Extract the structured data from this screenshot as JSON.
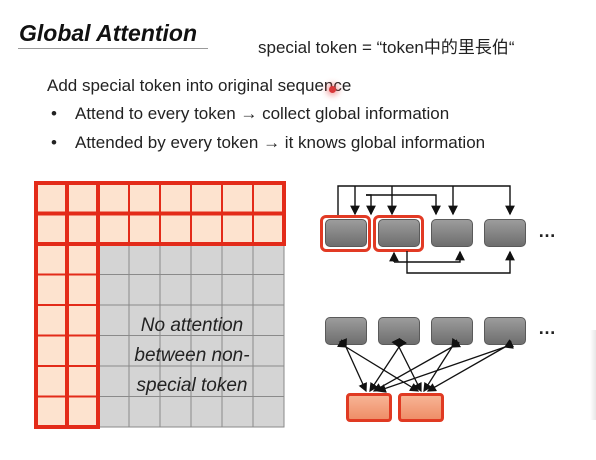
{
  "slide": {
    "title": "Global Attention",
    "note": "special token = “token中的里長伯“",
    "intro": "Add special token into original sequence",
    "bullets": [
      "Attend to every token → collect global information",
      "Attended by every token → it knows global information"
    ],
    "bullet_symbol": "•"
  },
  "matrix": {
    "caption_lines": [
      "No attention",
      "between non-",
      "special token"
    ],
    "rows": 8,
    "cols": 8,
    "special_rows": [
      0,
      1
    ],
    "special_cols": [
      0,
      1
    ],
    "colors": {
      "highlight_fill": "#fde3cf",
      "base_fill": "#d4d4d4",
      "grid_line": "#8a8a8a",
      "border": "#e32b19"
    }
  },
  "diagram_top": {
    "tokens": 4,
    "special_tokens": [
      0,
      1
    ],
    "ellipsis": "…"
  },
  "diagram_bottom": {
    "tokens": 4,
    "special_tokens": 2,
    "ellipsis": "…"
  }
}
